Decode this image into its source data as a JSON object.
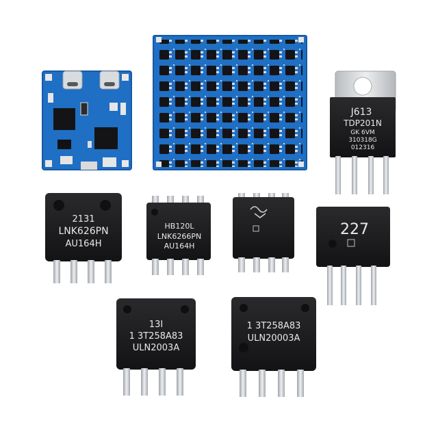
{
  "scene": {
    "background": "#ffffff",
    "colors": {
      "pcb_blue": "#1f6fc4",
      "pcb_blue_dark": "#165aa3",
      "chip_body": "#1b1b1d",
      "chip_top": "#232326",
      "marking": "#e9e9e9",
      "pin_silver": "#c9ccd0",
      "heatsink": "#d4d6d8"
    },
    "components": {
      "charger_board": {
        "type": "pcb-module",
        "icon": "usb-c-charger-board"
      },
      "mosfet_array_board": {
        "type": "pcb-module",
        "icon": "smd-mosfet-array-board"
      },
      "to220": {
        "lines": [
          "J613",
          "TDP201N",
          "GK 6VM",
          "310318G",
          "012316"
        ]
      },
      "lnk626_sop": {
        "lines": [
          "2131",
          "LNK626PN",
          "AU164H"
        ]
      },
      "lnk6266_sop": {
        "lines": [
          "HB120L",
          "LNK6266PN",
          "AU164H"
        ]
      },
      "logo_chip": {
        "lines": []
      },
      "chip_227": {
        "lines": [
          "227"
        ]
      },
      "uln_left": {
        "lines": [
          "13I",
          "1 3T258A83",
          "ULN2003A"
        ]
      },
      "uln_right": {
        "lines": [
          "1 3T258A83",
          "ULN20003A"
        ]
      }
    }
  }
}
